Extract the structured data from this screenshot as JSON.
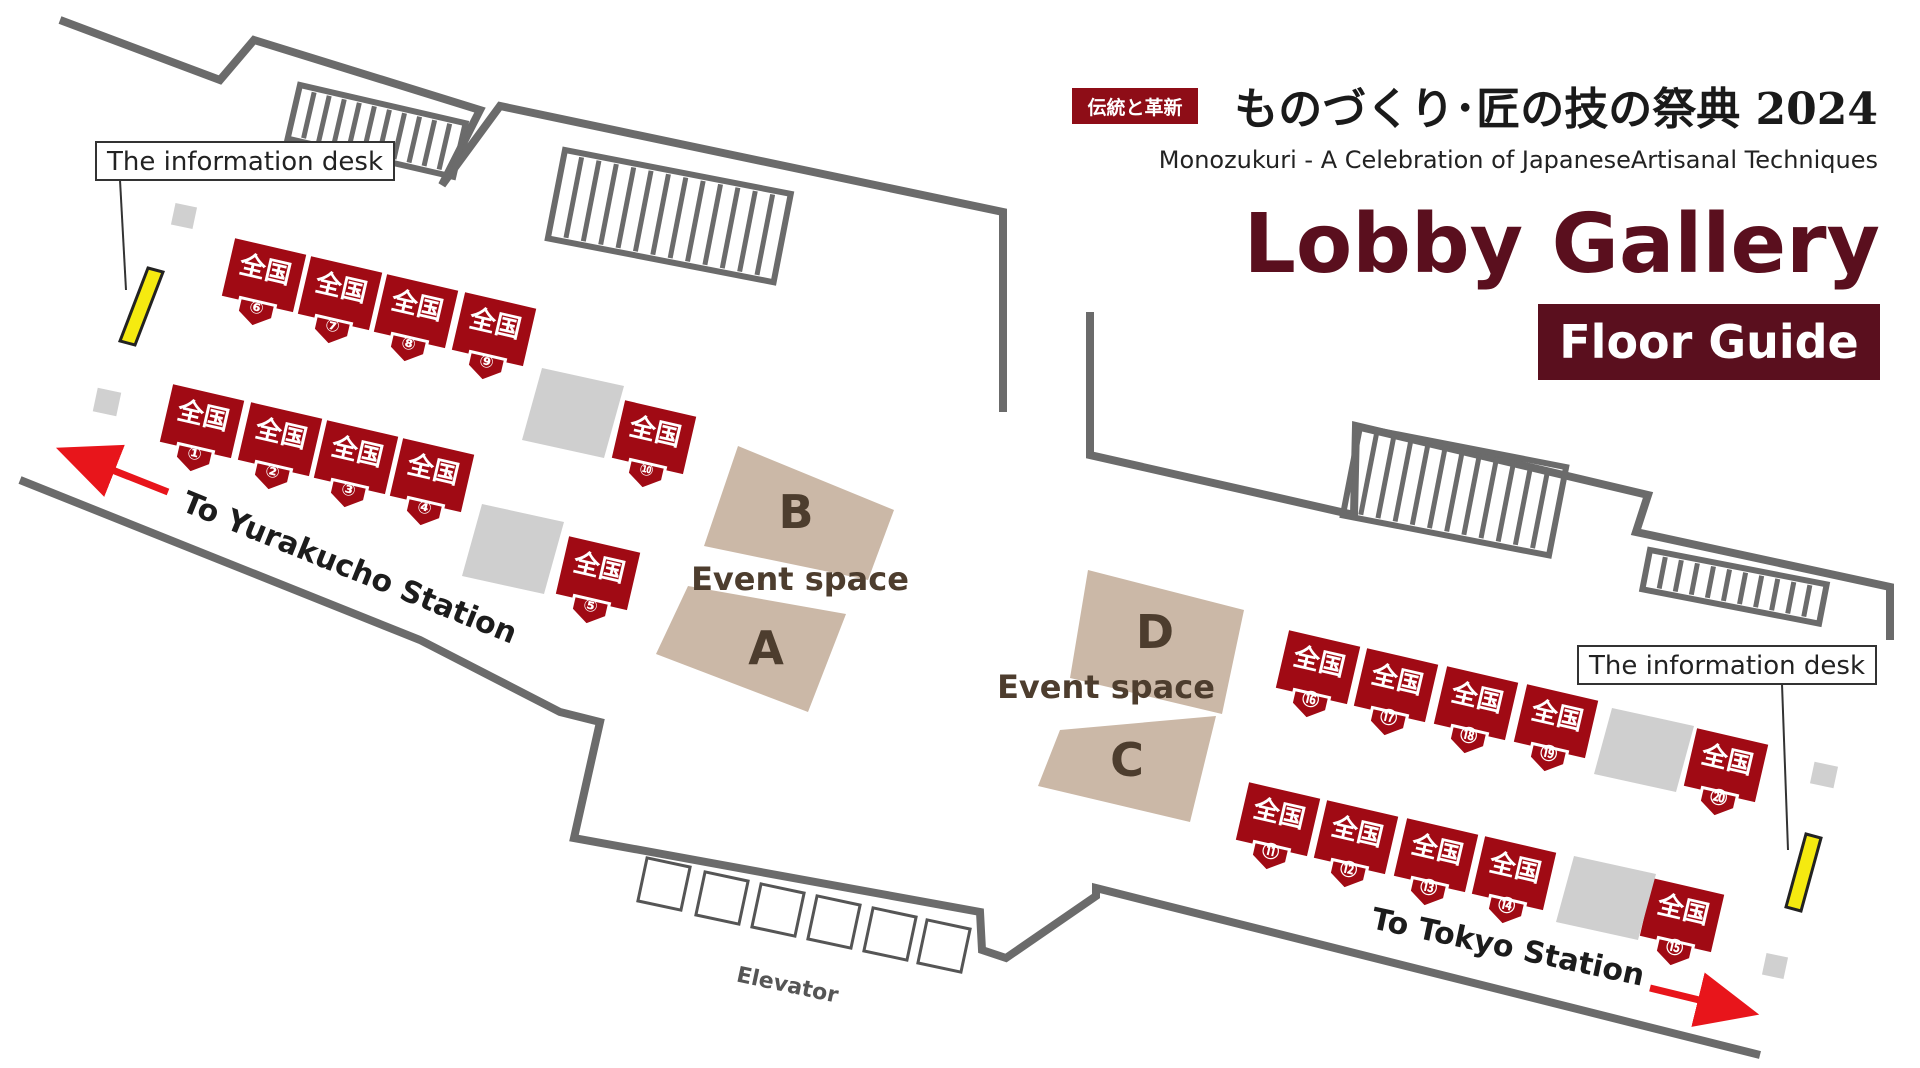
{
  "header": {
    "badge": "伝統と革新",
    "title_jp": "ものづくり･匠の技の祭典 2024",
    "subtitle": "Monozukuri - A Celebration of JapaneseArtisanal Techniques",
    "main_title": "Lobby Gallery",
    "floor_guide": "Floor Guide"
  },
  "booths": [
    {
      "label": "全国",
      "number": "①"
    },
    {
      "label": "全国",
      "number": "②"
    },
    {
      "label": "全国",
      "number": "③"
    },
    {
      "label": "全国",
      "number": "④"
    },
    {
      "label": "全国",
      "number": "⑤"
    },
    {
      "label": "全国",
      "number": "⑥"
    },
    {
      "label": "全国",
      "number": "⑦"
    },
    {
      "label": "全国",
      "number": "⑧"
    },
    {
      "label": "全国",
      "number": "⑨"
    },
    {
      "label": "全国",
      "number": "⑩"
    },
    {
      "label": "全国",
      "number": "⑪"
    },
    {
      "label": "全国",
      "number": "⑫"
    },
    {
      "label": "全国",
      "number": "⑬"
    },
    {
      "label": "全国",
      "number": "⑭"
    },
    {
      "label": "全国",
      "number": "⑮"
    },
    {
      "label": "全国",
      "number": "⑯"
    },
    {
      "label": "全国",
      "number": "⑰"
    },
    {
      "label": "全国",
      "number": "⑱"
    },
    {
      "label": "全国",
      "number": "⑲"
    },
    {
      "label": "全国",
      "number": "⑳"
    }
  ],
  "event_spaces": {
    "left": {
      "top_letter": "B",
      "bottom_letter": "A",
      "label": "Event space"
    },
    "right": {
      "top_letter": "D",
      "bottom_letter": "C",
      "label": "Event space"
    }
  },
  "info_desk_label": "The information desk",
  "elevator_label": "Elevator",
  "routes": {
    "left": "To Yurakucho Station",
    "right": "To Tokyo Station"
  },
  "colors": {
    "booth": "#a00a14",
    "title_dark": "#5a0f1e",
    "event_space": "#cbb8a7",
    "info_desk": "#f5ea10",
    "arrow": "#e8151b"
  }
}
